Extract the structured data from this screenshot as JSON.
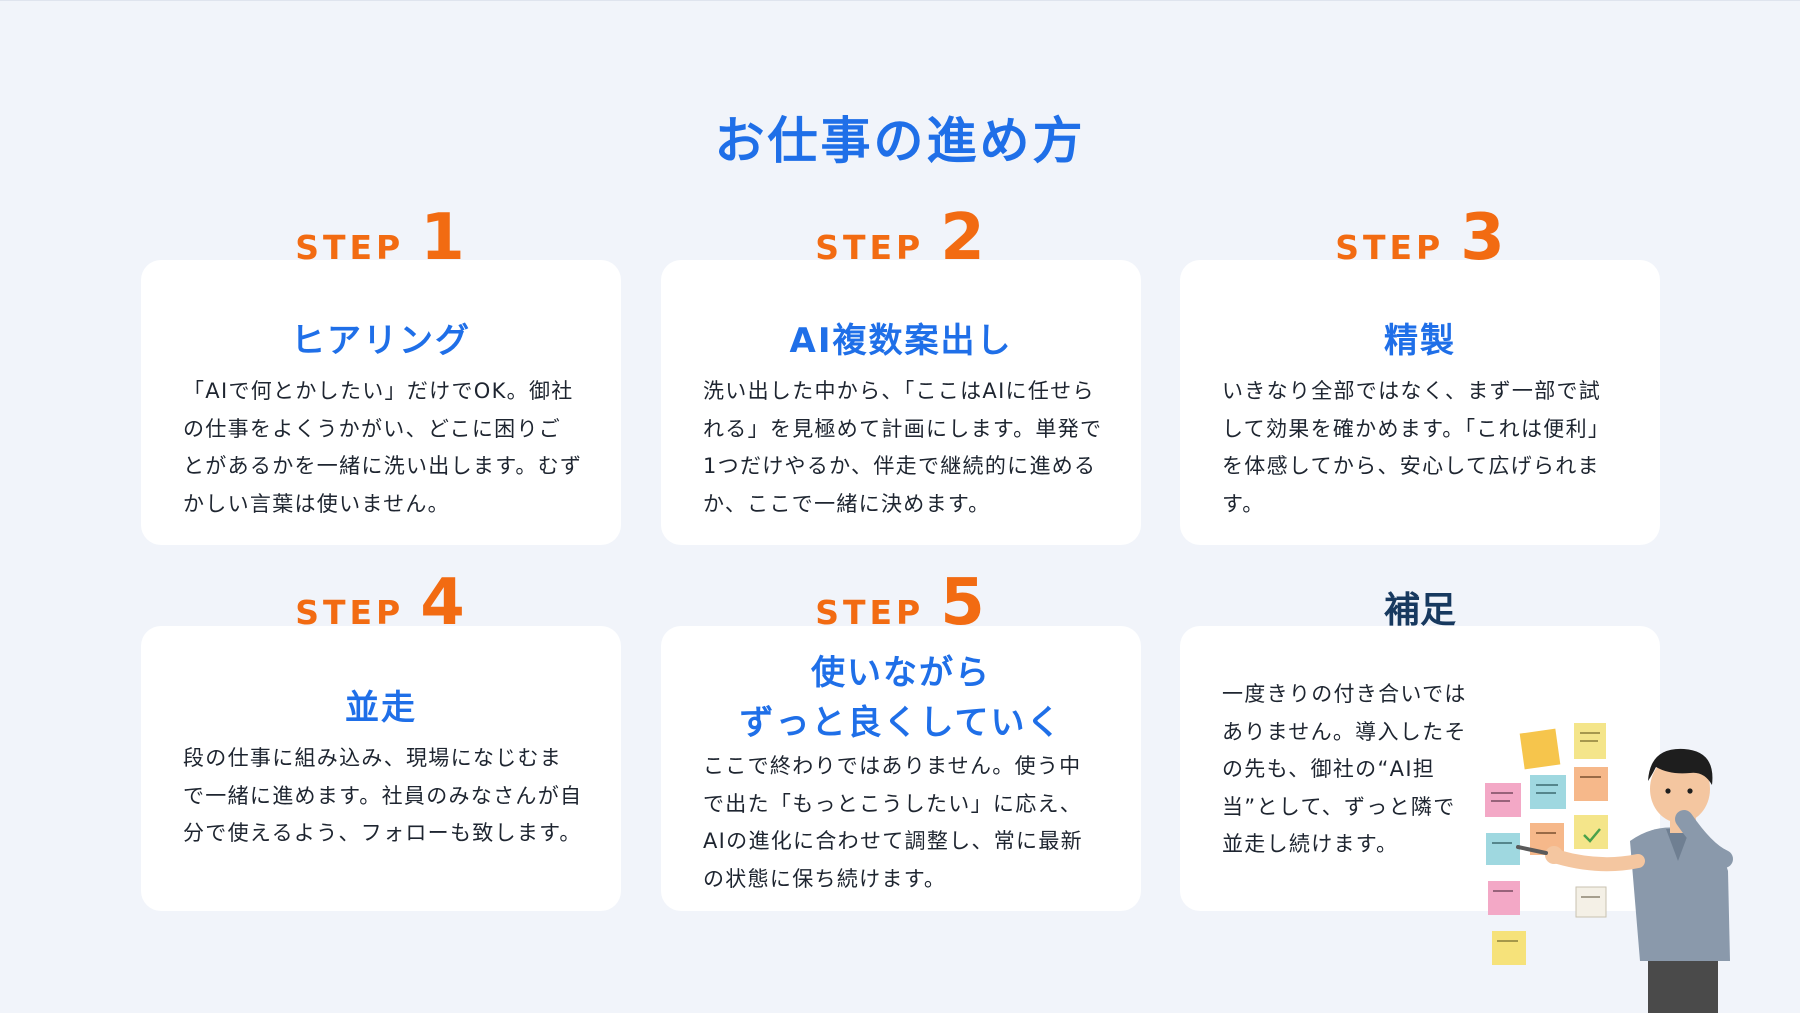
{
  "page": {
    "title": "お仕事の進め方"
  },
  "steps": [
    {
      "step_word": "STEP",
      "step_number": "1",
      "title": "ヒアリング",
      "body": "「AIで何とかしたい」だけでOK。御社の仕事をよくうかがい、どこに困りごとがあるかを一緒に洗い出します。むずかしい言葉は使いません。"
    },
    {
      "step_word": "STEP",
      "step_number": "2",
      "title": "AI複数案出し",
      "body": "洗い出した中から、「ここはAIに任せられる」を見極めて計画にします。単発で1つだけやるか、伴走で継続的に進めるか、ここで一緒に決めます。"
    },
    {
      "step_word": "STEP",
      "step_number": "3",
      "title": "精製",
      "body": "いきなり全部ではなく、まず一部で試して効果を確かめます。「これは便利」を体感してから、安心して広げられます。"
    },
    {
      "step_word": "STEP",
      "step_number": "4",
      "title": "並走",
      "body": "段の仕事に組み込み、現場になじむまで一緒に進めます。社員のみなさんが自分で使えるよう、フォローも致します。"
    },
    {
      "step_word": "STEP",
      "step_number": "5",
      "title_line1": "使いながら",
      "title_line2": "ずっと良くしていく",
      "body": "ここで終わりではありません。使う中で出た「もっとこうしたい」に応え、AIの進化に合わせて調整し、常に最新の状態に保ち続けます。"
    }
  ],
  "note": {
    "label": "補足",
    "body": "一度きりの付き合いではありません。導入したその先も、御社の“AI担当”として、ずっと隣で並走し続けます。"
  },
  "colors": {
    "background": "#f1f4fa",
    "title_blue": "#1f6fe8",
    "step_orange": "#f26b12",
    "note_navy": "#17395f",
    "card_white": "#ffffff"
  },
  "icons": {
    "illustration": "person-with-sticky-notes-illustration"
  }
}
